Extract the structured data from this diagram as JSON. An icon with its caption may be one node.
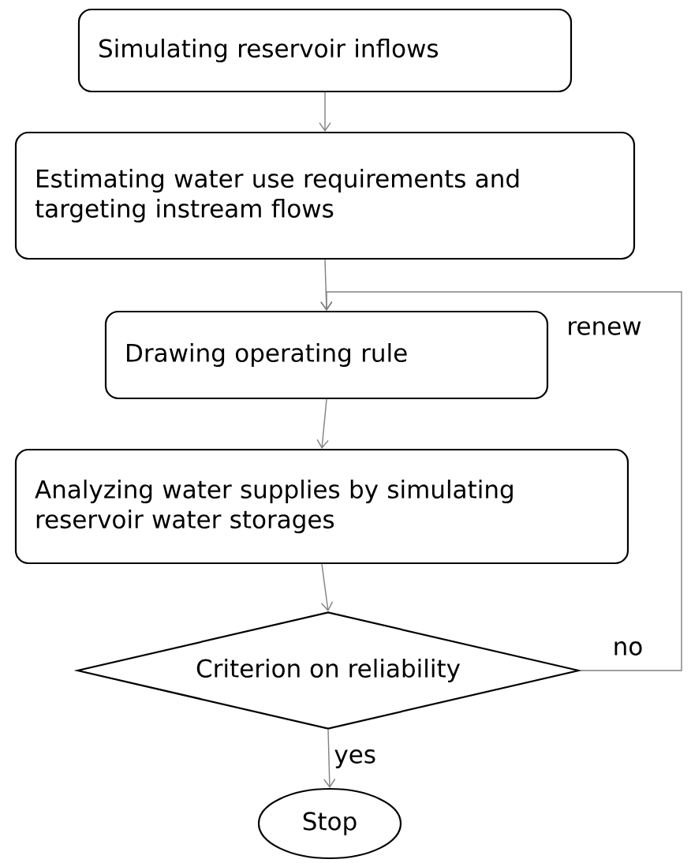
{
  "diagram": {
    "nodes": [
      {
        "text": [
          "Simulating reservoir inflows"
        ]
      },
      {
        "text": [
          "Estimating water use requirements and targeting instream flows"
        ]
      },
      {
        "text": [
          "Drawing operating rule"
        ]
      },
      {
        "text": [
          "Analyzing water supplies by simulating reservoir water storages"
        ]
      },
      {
        "text": [
          "Criterion on reliability"
        ]
      },
      {
        "text": [
          "Stop"
        ]
      }
    ],
    "edges": [
      {
        "from": 0,
        "to": 1,
        "arrow": "to"
      },
      {
        "from": 1,
        "to": 2,
        "arrow": "to"
      },
      {
        "from": 2,
        "to": 3,
        "arrow": "to"
      },
      {
        "from": 3,
        "to": 4,
        "arrow": "to"
      },
      {
        "from": 4,
        "to": 5,
        "arrow": "to",
        "label": "yes"
      },
      {
        "from": 4,
        "to": 2,
        "arrow": "to",
        "label": "no"
      }
    ],
    "labels": [
      "renew"
    ]
  }
}
